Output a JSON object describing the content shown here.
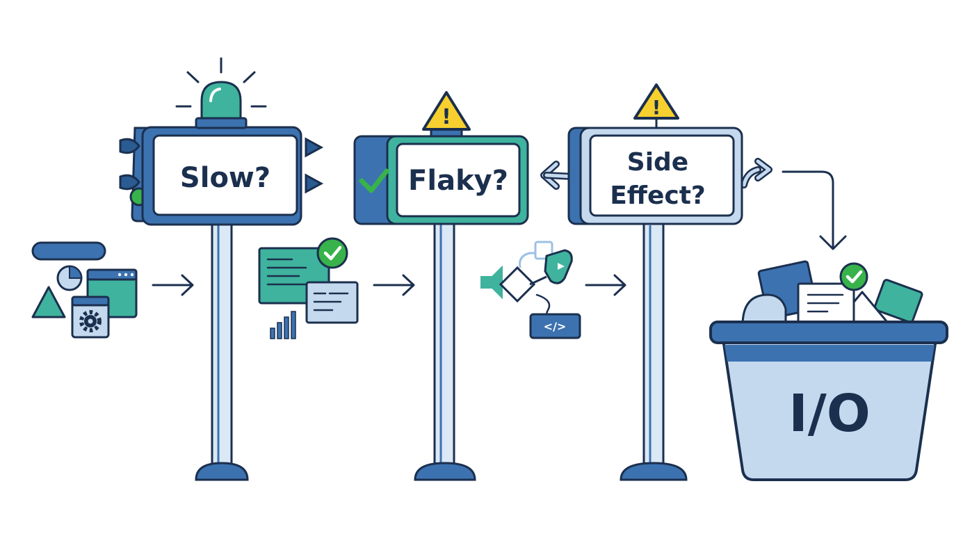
{
  "signs": {
    "slow": {
      "label": "Slow?"
    },
    "flaky": {
      "label": "Flaky?"
    },
    "side_effect": {
      "line1": "Side",
      "line2": "Effect?"
    }
  },
  "bin": {
    "label": "I/O"
  },
  "code_icon": {
    "label": "</>"
  },
  "warning_icon": {
    "symbol": "!"
  },
  "icons": [
    "siren-light-icon",
    "traffic-light-icon",
    "warning-icon",
    "check-icon",
    "arrow-right-icon",
    "gear-icon",
    "code-icon",
    "bar-chart-icon",
    "flow-diagram-icon",
    "bin-icon"
  ],
  "colors": {
    "outline": "#1b2f4e",
    "blue": "#3c72b0",
    "light_blue": "#c5d9ee",
    "teal": "#3fb39d",
    "green": "#38b24a",
    "yellow": "#f7cf2f",
    "pole": "#dbe8f5"
  }
}
